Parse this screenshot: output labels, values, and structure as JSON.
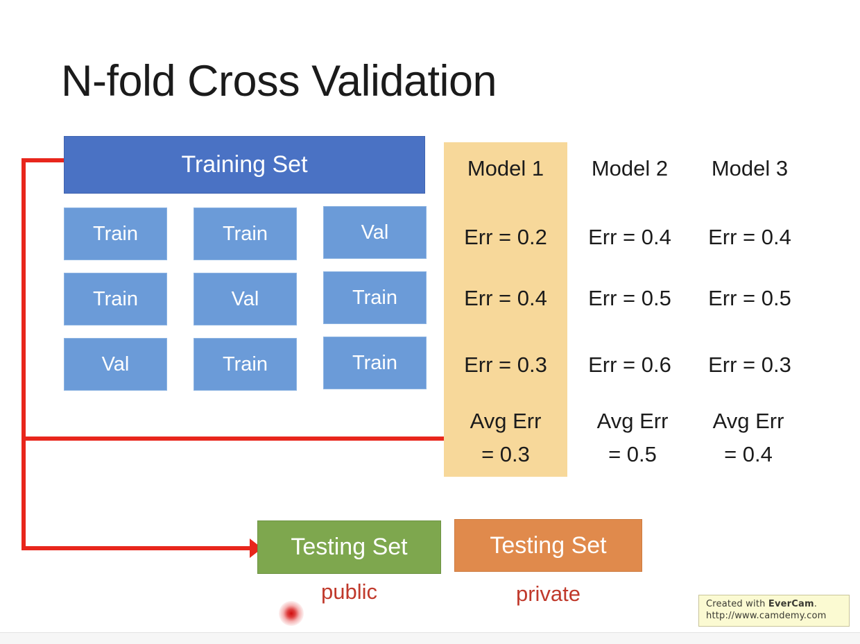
{
  "slide": {
    "title": "N-fold Cross Validation",
    "background": "#ffffff"
  },
  "colors": {
    "training_header": "#4a72c4",
    "fold_cell": "#6b9bd8",
    "model1_highlight": "#f7d89a",
    "testing_public": "#7ea74e",
    "testing_private": "#e08a4c",
    "connector_red": "#e8261c",
    "caption_red": "#c0392b",
    "watermark_bg": "#fbfad2"
  },
  "training": {
    "header_label": "Training Set",
    "folds": [
      [
        "Train",
        "Train",
        "Val"
      ],
      [
        "Train",
        "Val",
        "Train"
      ],
      [
        "Val",
        "Train",
        "Train"
      ]
    ]
  },
  "models": [
    {
      "name": "Model 1",
      "errors": [
        "Err = 0.2",
        "Err = 0.4",
        "Err = 0.3"
      ],
      "avg_label": "Avg Err",
      "avg_value": "= 0.3",
      "highlighted": true
    },
    {
      "name": "Model 2",
      "errors": [
        "Err = 0.4",
        "Err = 0.5",
        "Err = 0.6"
      ],
      "avg_label": "Avg Err",
      "avg_value": "= 0.5",
      "highlighted": false
    },
    {
      "name": "Model 3",
      "errors": [
        "Err = 0.4",
        "Err = 0.5",
        "Err = 0.3"
      ],
      "avg_label": "Avg Err",
      "avg_value": "= 0.4",
      "highlighted": false
    }
  ],
  "testing": {
    "public": {
      "label": "Testing Set",
      "caption": "public"
    },
    "private": {
      "label": "Testing Set",
      "caption": "private"
    }
  },
  "watermark": {
    "prefix": "Created with ",
    "brand": "EverCam",
    "suffix": ".",
    "url": "http://www.camdemy.com"
  }
}
